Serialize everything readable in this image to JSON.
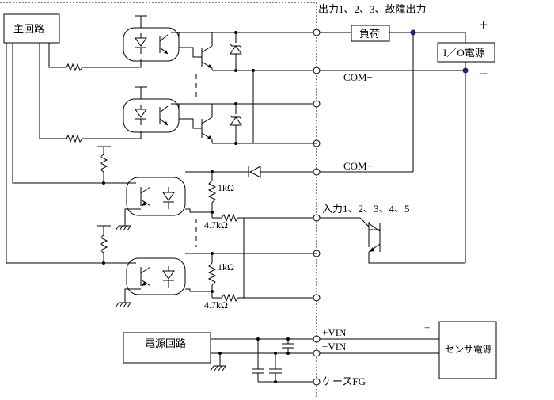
{
  "labels": {
    "main_circuit": "主回路",
    "output_header": "出力1、2、3、故障出力",
    "load": "負荷",
    "io_power": "I／O電源",
    "plus_io": "＋",
    "minus_io": "－",
    "com_minus": "COM−",
    "com_plus": "COM+",
    "input_header": "入力1、2、3、4、5",
    "r_1k_a": "1kΩ",
    "r_47k_a": "4.7kΩ",
    "r_1k_b": "1kΩ",
    "r_47k_b": "4.7kΩ",
    "power_circuit": "電源回路",
    "plus_vin": "+VIN",
    "minus_vin": "−VIN",
    "case_fg": "ケースFG",
    "sensor_power": "センサ電源",
    "plus_sensor": "+",
    "minus_sensor": "−"
  }
}
